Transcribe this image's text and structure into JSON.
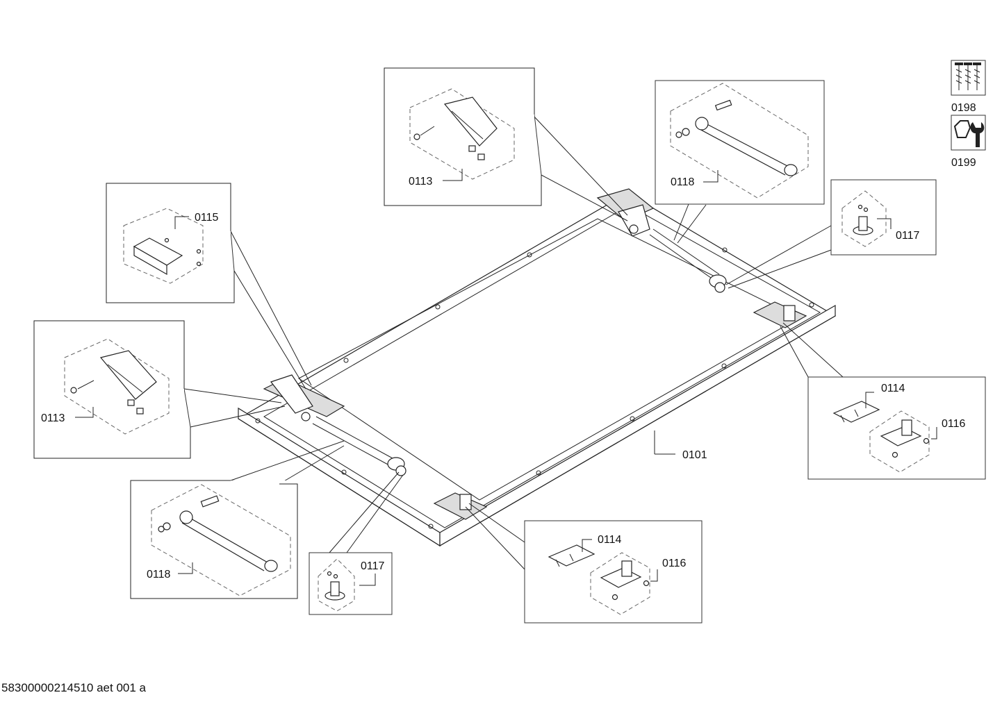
{
  "document_id": "58300000214510 aet 001 a",
  "kit_labels": {
    "screws": "0198",
    "tools": "0199"
  },
  "icons": {
    "screws": "screws-kit-icon",
    "tools": "tools-kit-icon"
  },
  "callouts": {
    "c0101": "0101",
    "c0113_top": "0113",
    "c0113_left": "0113",
    "c0114_right": "0114",
    "c0114_bottom": "0114",
    "c0115": "0115",
    "c0116_right": "0116",
    "c0116_bottom": "0116",
    "c0117_right": "0117",
    "c0117_bottom": "0117",
    "c0118_top": "0118",
    "c0118_left": "0118"
  }
}
